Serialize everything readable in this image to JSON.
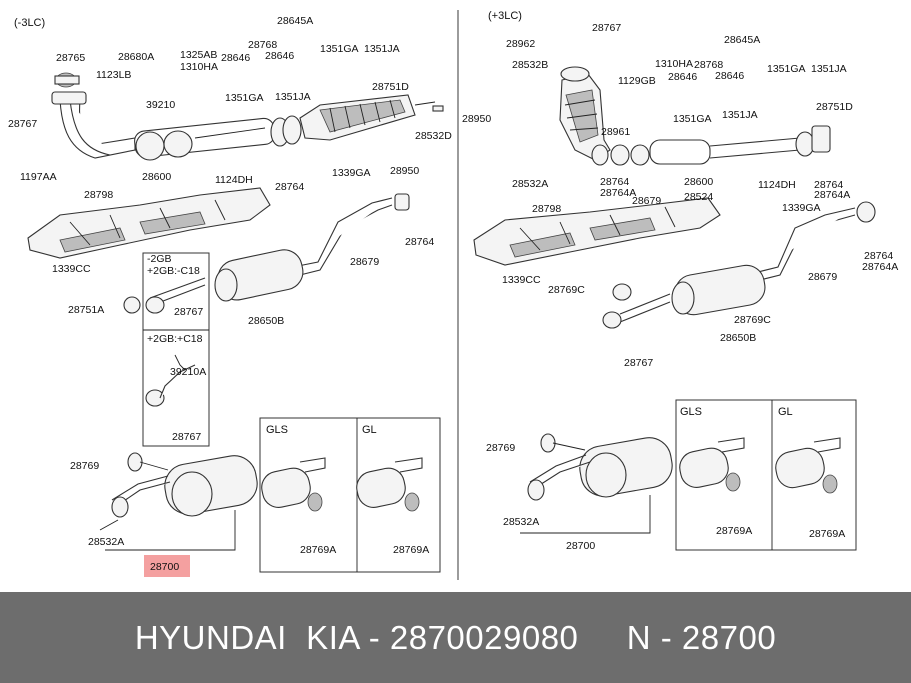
{
  "diagram": {
    "left": {
      "title": "(-3LC)",
      "labels": {
        "l28765": "28765",
        "l28680A": "28680A",
        "l1123LB": "1123LB",
        "l28767a": "28767",
        "l39210": "39210",
        "l1197AA": "1197AA",
        "l28600": "28600",
        "l1124DH": "1124DH",
        "l28764a": "28764",
        "l28645A": "28645A",
        "l1325AB": "1325AB",
        "l1310HA": "1310HA",
        "l28646a": "28646",
        "l28768": "28768",
        "l28646b": "28646",
        "l1351GAtop": "1351GA",
        "l1351JAtop": "1351JA",
        "l1351GA": "1351GA",
        "l1351JA": "1351JA",
        "l28751D": "28751D",
        "l28532D": "28532D",
        "l1339GA": "1339GA",
        "l28950": "28950",
        "l28798": "28798",
        "l1339CC": "1339CC",
        "l28764b": "28764",
        "l28679": "28679",
        "l28751A": "28751A",
        "l28650B": "28650B",
        "l28767b": "28767",
        "l39210A": "39210A",
        "l28767c": "28767",
        "l28769": "28769",
        "l28532A": "28532A",
        "l28700": "28700",
        "l28769A1": "28769A",
        "l28769A2": "28769A"
      },
      "inset_minus": [
        "-2GB",
        "+2GB:-C18"
      ],
      "inset_plus": "+2GB:+C18",
      "variant_gls": "GLS",
      "variant_gl": "GL"
    },
    "right": {
      "title": "(+3LC)",
      "labels": {
        "r28767top": "28767",
        "r28962": "28962",
        "r28645A": "28645A",
        "r28532B": "28532B",
        "r1310HA": "1310HA",
        "r28768": "28768",
        "r1129GB": "1129GB",
        "r28646a": "28646",
        "r28646b": "28646",
        "r1351GAtop": "1351GA",
        "r1351JAtop": "1351JA",
        "r1351GA": "1351GA",
        "r1351JA": "1351JA",
        "r28751D": "28751D",
        "r28950": "28950",
        "r28961": "28961",
        "r28532A": "28532A",
        "r28764a": "28764",
        "r28764A": "28764A",
        "r28600": "28600",
        "r28524": "28524",
        "r28679a": "28679",
        "r1124DH": "1124DH",
        "r28764b": "28764",
        "r28764Ab": "28764A",
        "r1339GA": "1339GA",
        "r28798": "28798",
        "r1339CC": "1339CC",
        "r28769C": "28769C",
        "r28679b": "28679",
        "r28764c": "28764",
        "r28764Ac": "28764A",
        "r28769Cb": "28769C",
        "r28650B": "28650B",
        "r28767": "28767",
        "r28769": "28769",
        "r28532A2": "28532A",
        "r28700": "28700",
        "r28769A1": "28769A",
        "r28769A2": "28769A"
      },
      "variant_gls": "GLS",
      "variant_gl": "GL"
    }
  },
  "footer": {
    "text": "HYUNDAI  KIA - 2870029080     N - 28700"
  },
  "colors": {
    "footer_bg": "#6d6d6d",
    "highlight": "#f4a0a0"
  }
}
